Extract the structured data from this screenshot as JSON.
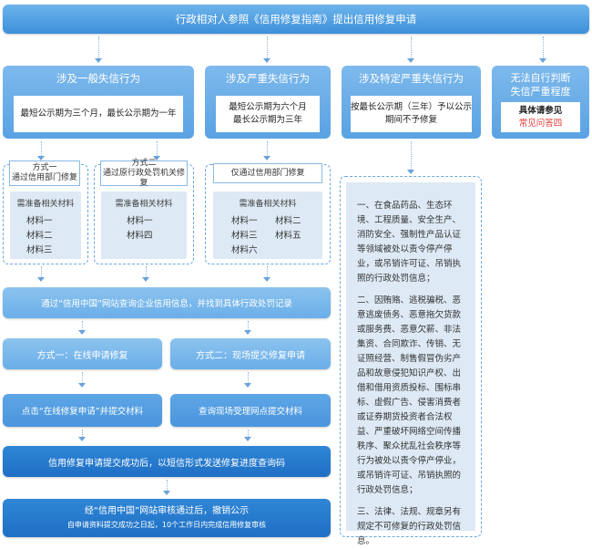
{
  "header": "行政相对人参照《信用修复指南》提出信用修复申请",
  "categories": {
    "general": {
      "title": "涉及一般失信行为",
      "period": "最短公示期为三个月，最长公示期为一年"
    },
    "serious": {
      "title": "涉及严重失信行为",
      "period_line1": "最短公示期为六个月",
      "period_line2": "最长公示期为三年"
    },
    "special": {
      "title": "涉及特定严重失信行为",
      "period_line1": "按最长公示期（三年）予以公示",
      "period_line2": "期间不予修复"
    },
    "unknown": {
      "title_line1": "无法自行判断",
      "title_line2": "失信严重程度",
      "ref_line1": "具体请参见",
      "ref_line2": "常见问答四"
    }
  },
  "methods": {
    "m1": {
      "line1": "方式一",
      "line2": "通过信用部门修复"
    },
    "m2": {
      "line1": "方式二",
      "line2": "通过原行政处罚机关修复"
    },
    "m3": {
      "line1": "仅通过信用部门修复"
    }
  },
  "materials_caption": "需准备相关材料",
  "materials": {
    "m1": [
      "材料一",
      "材料二",
      "材料三"
    ],
    "m2": [
      "材料一",
      "材料四"
    ],
    "m3": [
      "材料一",
      "材料二",
      "材料三",
      "材料五",
      "材料六"
    ]
  },
  "special_list": {
    "item1": "一、在食品药品、生态环境、工程质量、安全生产、消防安全、强制性产品认证等领域被处以责令停产停业，或吊销许可证、吊销执照的行政处罚信息；",
    "item2": "二、因贿赂、逃税骗税、恶意逃废债务、恶意拖欠货款或服务费、恶意欠薪、非法集资、合同欺诈、传销、无证照经营、制售假冒伪劣产品和故意侵犯知识产权、出借和借用资质投标、围标串标、虚假广告、侵害消费者或证券期货投资者合法权益、严重破坏网络空间传播秩序、聚众扰乱社会秩序等行为被处以责令停产停业，或吊销许可证、吊销执照的行政处罚信息；",
    "item3": "三、法律、法规、规章另有规定不可修复的行政处罚信息。"
  },
  "steps": {
    "query": "通过“信用中国”网站查询企业信用信息，并找到具体行政处罚记录",
    "online": "方式一：在线申请修复",
    "onsite": "方式二：现场提交修复申请",
    "online_submit": "点击“在线修复申请”并提交材料",
    "onsite_submit": "查询现场受理网点提交材料",
    "sms": "信用修复申请提交成功后，以短信形式发送修复进度查询码",
    "final_line1": "经“信用中国”网站审核通过后，撤销公示",
    "final_line2": "自申请资料提交成功之日起，10个工作日内完成信用修复审核"
  }
}
